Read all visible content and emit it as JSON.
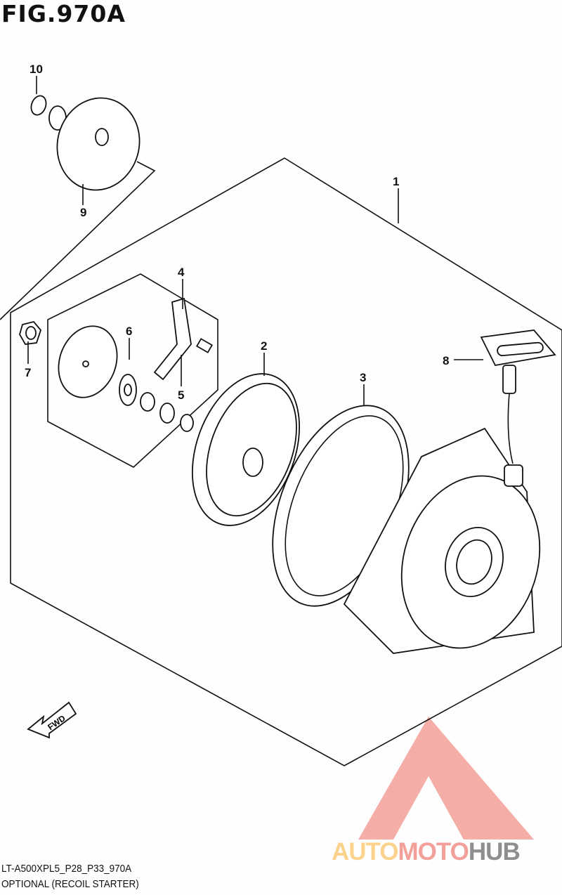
{
  "figure": {
    "title": "FIG.970A"
  },
  "callouts": [
    "1",
    "2",
    "3",
    "4",
    "5",
    "6",
    "7",
    "8",
    "9",
    "10"
  ],
  "fwd_label": "FWD",
  "footer": {
    "code": "LT-A500XPL5_P28_P33_970A",
    "description": "OPTIONAL (RECOIL STARTER)"
  },
  "watermark": {
    "part1": "AUTO",
    "part2": "MOTO",
    "part3": "HUB",
    "colors": {
      "auto": "#fbd38d",
      "moto": "#f4a09a",
      "hub": "#8e8e8e"
    }
  }
}
